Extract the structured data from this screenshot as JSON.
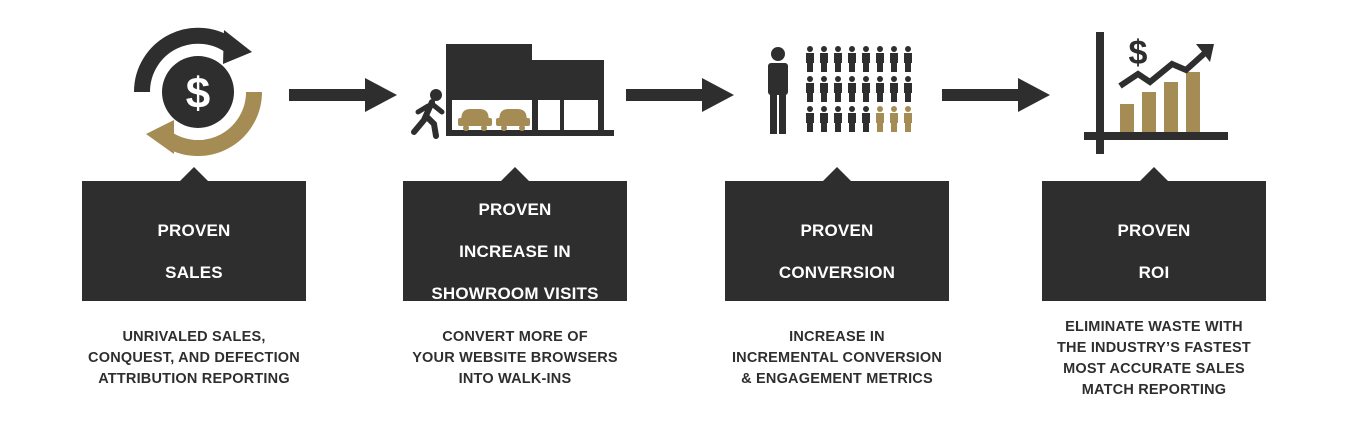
{
  "colors": {
    "dark": "#2e2e2e",
    "gold": "#a48c54",
    "background": "#ffffff"
  },
  "steps": [
    {
      "icon": "dollar-cycle-icon",
      "title": [
        "PROVEN",
        "SALES"
      ],
      "description": [
        "UNRIVALED SALES,",
        "CONQUEST, AND DEFECTION",
        "ATTRIBUTION REPORTING"
      ]
    },
    {
      "icon": "showroom-walk-in-icon",
      "title": [
        "PROVEN",
        "INCREASE IN",
        "SHOWROOM VISITS"
      ],
      "description": [
        "CONVERT MORE OF",
        "YOUR WEBSITE BROWSERS",
        "INTO WALK-INS"
      ]
    },
    {
      "icon": "people-conversion-icon",
      "title": [
        "PROVEN",
        "CONVERSION"
      ],
      "description": [
        "INCREASE IN",
        "INCREMENTAL CONVERSION",
        "& ENGAGEMENT METRICS"
      ]
    },
    {
      "icon": "roi-growth-chart-icon",
      "title": [
        "PROVEN",
        "ROI"
      ],
      "description": [
        "ELIMINATE WASTE WITH",
        "THE INDUSTRY’S FASTEST",
        "MOST ACCURATE SALES",
        "MATCH REPORTING"
      ]
    }
  ]
}
